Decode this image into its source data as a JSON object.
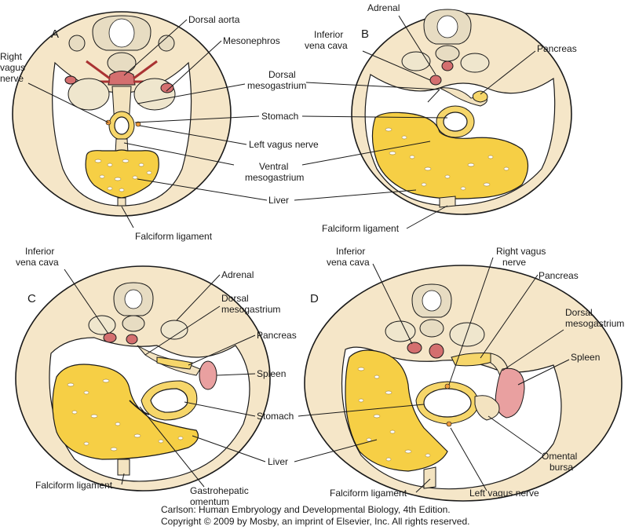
{
  "panels": {
    "a": {
      "letter": "A",
      "labels": {
        "dorsal_aorta": "Dorsal aorta",
        "mesonephros": "Mesonephros",
        "right_vagus_1": "Right",
        "right_vagus_2": "vagus",
        "right_vagus_3": "nerve",
        "dorsal_meso_1": "Dorsal",
        "dorsal_meso_2": "mesogastrium",
        "stomach": "Stomach",
        "left_vagus": "Left vagus nerve",
        "ventral_meso_1": "Ventral",
        "ventral_meso_2": "mesogastrium",
        "liver": "Liver",
        "falciform": "Falciform ligament"
      }
    },
    "b": {
      "letter": "B",
      "labels": {
        "adrenal": "Adrenal",
        "ivc_1": "Inferior",
        "ivc_2": "vena cava",
        "pancreas": "Pancreas",
        "falciform": "Falciform ligament"
      }
    },
    "c": {
      "letter": "C",
      "labels": {
        "ivc_1": "Inferior",
        "ivc_2": "vena cava",
        "adrenal": "Adrenal",
        "dorsal_meso_1": "Dorsal",
        "dorsal_meso_2": "mesogastrium",
        "pancreas": "Pancreas",
        "spleen": "Spleen",
        "stomach": "Stomach",
        "liver": "Liver",
        "falciform": "Falciform ligament",
        "gastrohepatic_1": "Gastrohepatic",
        "gastrohepatic_2": "omentum"
      }
    },
    "d": {
      "letter": "D",
      "labels": {
        "ivc_1": "Inferior",
        "ivc_2": "vena cava",
        "right_vagus_1": "Right vagus",
        "right_vagus_2": "nerve",
        "pancreas": "Pancreas",
        "dorsal_meso_1": "Dorsal",
        "dorsal_meso_2": "mesogastrium",
        "spleen": "Spleen",
        "omental_1": "Omental",
        "omental_2": "bursa",
        "falciform": "Falciform ligament",
        "left_vagus": "Left vagus nerve"
      }
    }
  },
  "credit": {
    "line1": "Carlson: Human Embryology and Developmental Biology, 4th Edition.",
    "line2": "Copyright © 2009 by Mosby, an imprint of Elsevier, Inc. All rights reserved."
  },
  "colors": {
    "body_wall": "#f5e6c8",
    "liver": "#f6cf45",
    "vessel": "#d46f6f",
    "spleen": "#e9a0a0",
    "vagus": "#f09a3a"
  }
}
